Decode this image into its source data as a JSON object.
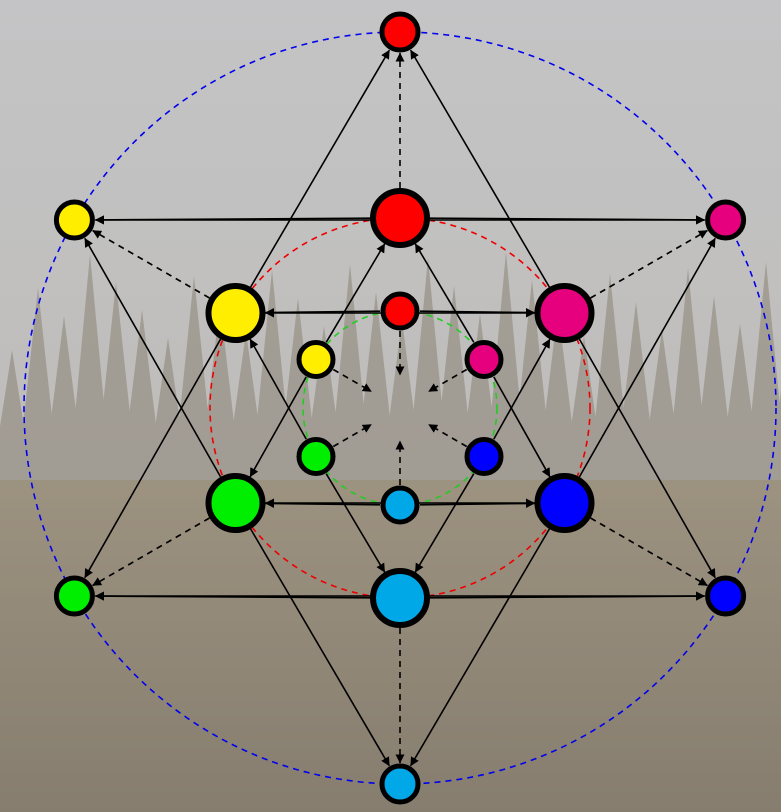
{
  "diagram": {
    "background": {
      "sky": "#c4c4c6",
      "fog": "#b6b2aa",
      "trees": "#756a56",
      "meadow": "#8d7f66",
      "meadow_dark": "#6e624e"
    },
    "colors": {
      "outline": "#000000",
      "edge": "#000000",
      "outer_ring": "#0000ee",
      "middle_ring": "#ee0000",
      "inner_ring": "#22cc22"
    },
    "nodes": [
      {
        "id": "out-top",
        "ring": "outer",
        "color": "#ff0000"
      },
      {
        "id": "out-upper-right",
        "ring": "outer",
        "color": "#e6007e"
      },
      {
        "id": "out-lower-right",
        "ring": "outer",
        "color": "#0000ff"
      },
      {
        "id": "out-bottom",
        "ring": "outer",
        "color": "#00a8e8"
      },
      {
        "id": "out-lower-left",
        "ring": "outer",
        "color": "#00ee00"
      },
      {
        "id": "out-upper-left",
        "ring": "outer",
        "color": "#ffee00"
      },
      {
        "id": "mid-top",
        "ring": "middle",
        "color": "#ff0000"
      },
      {
        "id": "mid-upper-right",
        "ring": "middle",
        "color": "#e6007e"
      },
      {
        "id": "mid-lower-right",
        "ring": "middle",
        "color": "#0000ff"
      },
      {
        "id": "mid-bottom",
        "ring": "middle",
        "color": "#00a8e8"
      },
      {
        "id": "mid-lower-left",
        "ring": "middle",
        "color": "#00ee00"
      },
      {
        "id": "mid-upper-left",
        "ring": "middle",
        "color": "#ffee00"
      },
      {
        "id": "in-top",
        "ring": "inner",
        "color": "#ff0000"
      },
      {
        "id": "in-upper-right",
        "ring": "inner",
        "color": "#e6007e"
      },
      {
        "id": "in-lower-right",
        "ring": "inner",
        "color": "#0000ff"
      },
      {
        "id": "in-bottom",
        "ring": "inner",
        "color": "#00a8e8"
      },
      {
        "id": "in-lower-left",
        "ring": "inner",
        "color": "#00ee00"
      },
      {
        "id": "in-upper-left",
        "ring": "inner",
        "color": "#ffee00"
      }
    ],
    "edges": [
      {
        "from": "mid-top",
        "to": "out-upper-left",
        "style": "solid",
        "arrows": "end"
      },
      {
        "from": "mid-top",
        "to": "out-upper-right",
        "style": "solid",
        "arrows": "end"
      },
      {
        "from": "mid-bottom",
        "to": "out-lower-left",
        "style": "solid",
        "arrows": "end"
      },
      {
        "from": "mid-bottom",
        "to": "out-lower-right",
        "style": "solid",
        "arrows": "end"
      },
      {
        "from": "mid-upper-right",
        "to": "out-top",
        "style": "solid",
        "arrows": "end"
      },
      {
        "from": "mid-upper-left",
        "to": "out-top",
        "style": "solid",
        "arrows": "end"
      },
      {
        "from": "mid-upper-right",
        "to": "out-lower-right",
        "style": "solid",
        "arrows": "end"
      },
      {
        "from": "mid-upper-left",
        "to": "out-lower-left",
        "style": "solid",
        "arrows": "end"
      },
      {
        "from": "mid-lower-right",
        "to": "out-upper-right",
        "style": "solid",
        "arrows": "end"
      },
      {
        "from": "mid-lower-left",
        "to": "out-upper-left",
        "style": "solid",
        "arrows": "end"
      },
      {
        "from": "mid-lower-right",
        "to": "out-bottom",
        "style": "solid",
        "arrows": "end"
      },
      {
        "from": "mid-lower-left",
        "to": "out-bottom",
        "style": "solid",
        "arrows": "end"
      },
      {
        "from": "in-top",
        "to": "mid-upper-left",
        "style": "solid",
        "arrows": "end"
      },
      {
        "from": "in-top",
        "to": "mid-upper-right",
        "style": "solid",
        "arrows": "end"
      },
      {
        "from": "in-bottom",
        "to": "mid-lower-left",
        "style": "solid",
        "arrows": "end"
      },
      {
        "from": "in-bottom",
        "to": "mid-lower-right",
        "style": "solid",
        "arrows": "end"
      },
      {
        "from": "in-upper-right",
        "to": "mid-top",
        "style": "solid",
        "arrows": "end"
      },
      {
        "from": "in-upper-left",
        "to": "mid-top",
        "style": "solid",
        "arrows": "end"
      },
      {
        "from": "in-upper-right",
        "to": "mid-lower-right",
        "style": "solid",
        "arrows": "end"
      },
      {
        "from": "in-upper-left",
        "to": "mid-lower-left",
        "style": "solid",
        "arrows": "end"
      },
      {
        "from": "in-lower-right",
        "to": "mid-upper-right",
        "style": "solid",
        "arrows": "end"
      },
      {
        "from": "in-lower-left",
        "to": "mid-upper-left",
        "style": "solid",
        "arrows": "end"
      },
      {
        "from": "in-lower-right",
        "to": "mid-bottom",
        "style": "solid",
        "arrows": "end"
      },
      {
        "from": "in-lower-left",
        "to": "mid-bottom",
        "style": "solid",
        "arrows": "end"
      },
      {
        "from": "out-upper-left",
        "to": "out-upper-right",
        "style": "solid",
        "arrows": "both"
      },
      {
        "from": "out-lower-left",
        "to": "out-lower-right",
        "style": "solid",
        "arrows": "both"
      },
      {
        "from": "mid-upper-left",
        "to": "mid-upper-right",
        "style": "solid",
        "arrows": "both"
      },
      {
        "from": "mid-lower-left",
        "to": "mid-lower-right",
        "style": "solid",
        "arrows": "both"
      },
      {
        "from": "mid-top",
        "to": "out-top",
        "style": "dashed",
        "arrows": "end"
      },
      {
        "from": "mid-upper-right",
        "to": "out-upper-right",
        "style": "dashed",
        "arrows": "end"
      },
      {
        "from": "mid-lower-right",
        "to": "out-lower-right",
        "style": "dashed",
        "arrows": "end"
      },
      {
        "from": "mid-bottom",
        "to": "out-bottom",
        "style": "dashed",
        "arrows": "end"
      },
      {
        "from": "mid-lower-left",
        "to": "out-lower-left",
        "style": "dashed",
        "arrows": "end"
      },
      {
        "from": "mid-upper-left",
        "to": "out-upper-left",
        "style": "dashed",
        "arrows": "end"
      },
      {
        "from": "in-top",
        "to": "center",
        "style": "dashed",
        "arrows": "end"
      },
      {
        "from": "in-upper-right",
        "to": "center",
        "style": "dashed",
        "arrows": "end"
      },
      {
        "from": "in-lower-right",
        "to": "center",
        "style": "dashed",
        "arrows": "end"
      },
      {
        "from": "in-bottom",
        "to": "center",
        "style": "dashed",
        "arrows": "end"
      },
      {
        "from": "in-lower-left",
        "to": "center",
        "style": "dashed",
        "arrows": "end"
      },
      {
        "from": "in-upper-left",
        "to": "center",
        "style": "dashed",
        "arrows": "end"
      }
    ]
  }
}
